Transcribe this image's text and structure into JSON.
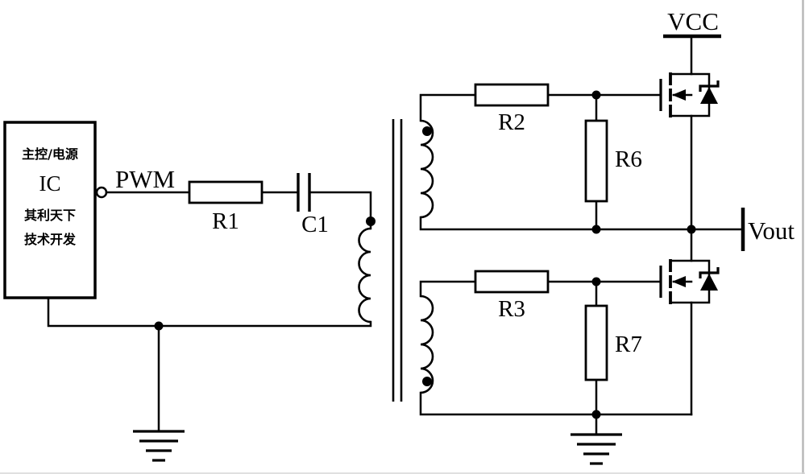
{
  "colors": {
    "line": "#000000",
    "background": "#ffffff",
    "edge": "#b8b8b8"
  },
  "ic_block": {
    "line1": "主控/电源",
    "line2": "IC",
    "line3": "其利天下",
    "line4": "技术开发"
  },
  "labels": {
    "pwm": "PWM",
    "r1": "R1",
    "c1": "C1",
    "r2": "R2",
    "r3": "R3",
    "r6": "R6",
    "r7": "R7",
    "vcc": "VCC",
    "vout": "Vout"
  }
}
